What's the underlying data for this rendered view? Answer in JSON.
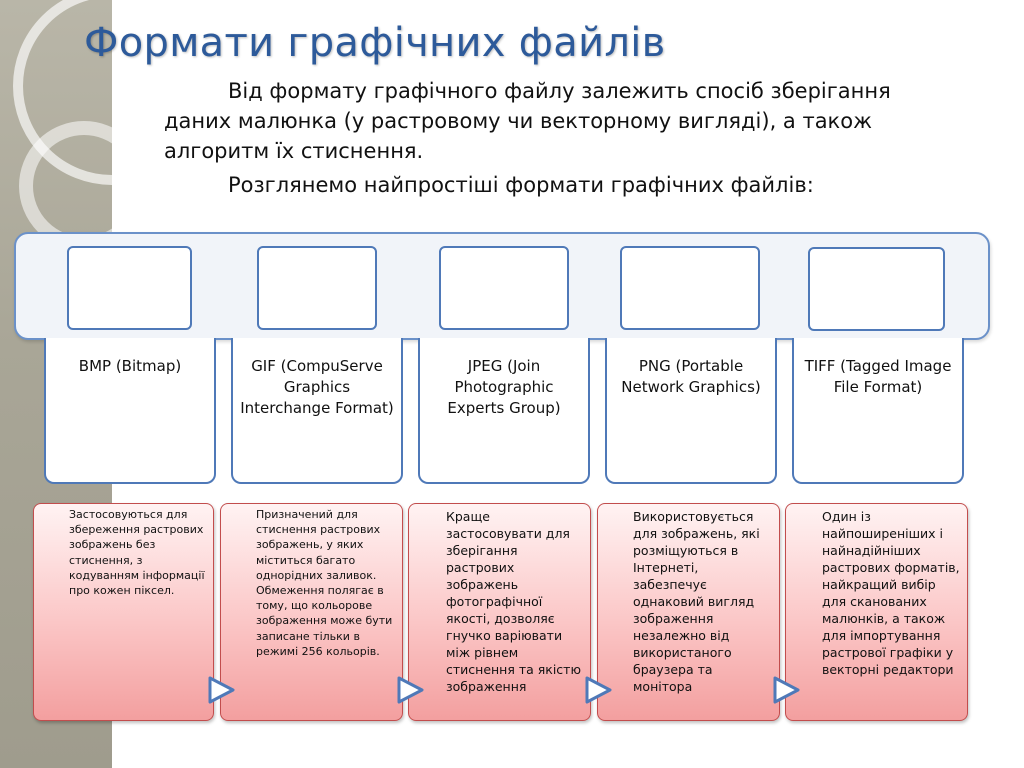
{
  "title": "Формати графічних файлів",
  "intro": {
    "para1": "Від формату графічного файлу залежить спосіб зберігання даних малюнка (у растровому чи векторному вигляді), а також алгоритм їх стиснення.",
    "para2": "Розглянемо найпростіші формати графічних файлів:"
  },
  "formats": [
    {
      "name": "BMP (Bitmap)",
      "description": "Застосовуються  для збереження растрових зображень без стиснення, з кодуванням інформації про кожен піксел."
    },
    {
      "name": "GIF (CompuServe Graphics Interchange Format)",
      "description": "Призначений для стиснення растрових зображень, у яких міститься багато однорідних заливок. Обмеження полягає в тому, що кольорове зображення може бути записане тільки в режимі 256 кольорів."
    },
    {
      "name": "JPEG (Join Photographic Experts Group)",
      "description": "Краще застосовувати для зберігання растрових зображень фотографічної якості, дозволяє гнучко варіювати між рівнем стиснення та якістю зображення"
    },
    {
      "name": "PNG (Portable Network Graphics)",
      "description": "Використовується для зображень, які розміщуються в Інтернеті, забезпечує однаковий вигляд зображення незалежно від використаного браузера та монітора"
    },
    {
      "name": "TIFF (Tagged Image File Format)",
      "description": "Один із найпоширеніших і найнадійніших растрових форматів, найкращий вибір для сканованих малюнків, а також для імпортування растрової графіки у векторні редактори"
    }
  ],
  "colors": {
    "title": "#2d5a9a",
    "box_border": "#4f79b8",
    "desc_border": "#c24d4d",
    "arrow": "#4f79b8"
  },
  "icons": {
    "arrow": "right-arrow-icon"
  }
}
